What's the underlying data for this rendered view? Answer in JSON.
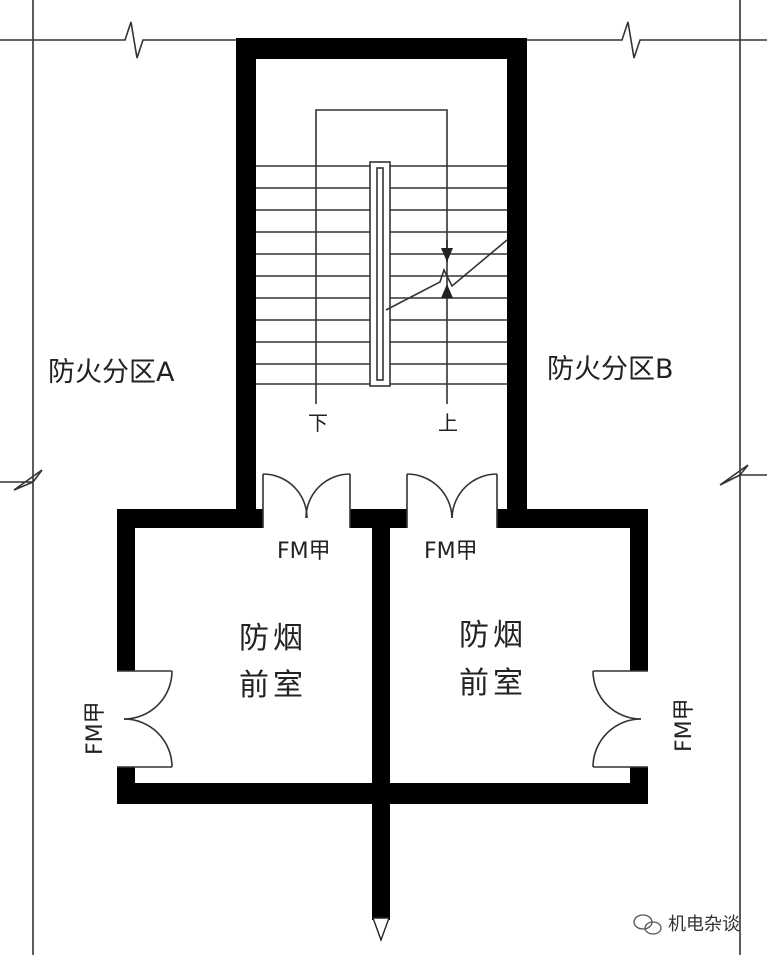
{
  "zones": {
    "a": "防火分区A",
    "b": "防火分区B"
  },
  "stair": {
    "down": "下",
    "up": "上"
  },
  "rooms": {
    "left": {
      "line1": "防烟",
      "line2": "前室"
    },
    "right": {
      "line1": "防烟",
      "line2": "前室"
    }
  },
  "doors": {
    "stair_left": "FM甲",
    "stair_right": "FM甲",
    "side_left": "FM甲",
    "side_right": "FM甲"
  },
  "watermark": {
    "text": "机电杂谈",
    "icon": "wechat-icon"
  },
  "colors": {
    "wall": "#000000",
    "line": "#222222",
    "background": "#ffffff"
  }
}
